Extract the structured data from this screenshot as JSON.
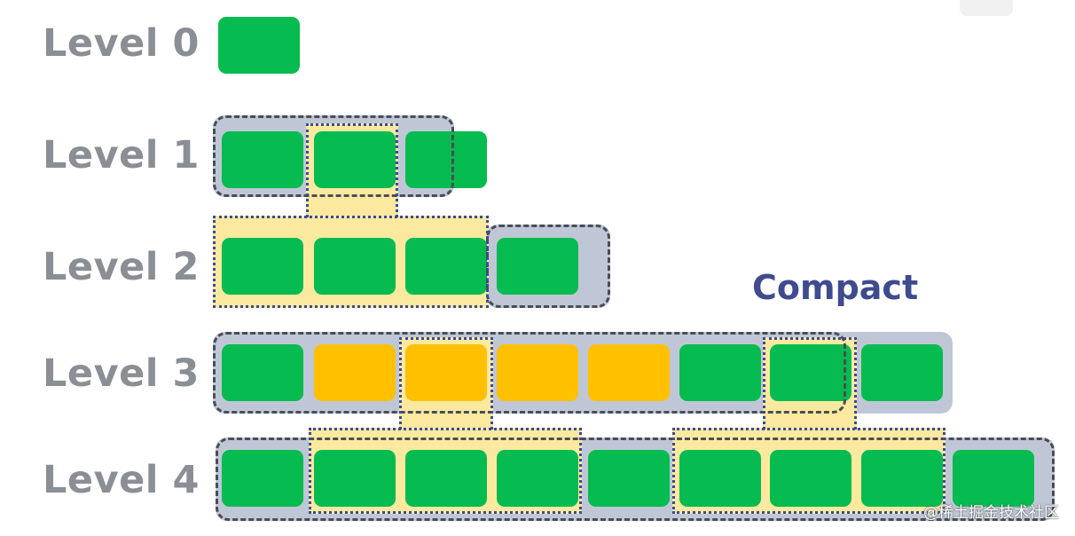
{
  "levels": [
    {
      "label": "Level 0"
    },
    {
      "label": "Level 1"
    },
    {
      "label": "Level 2"
    },
    {
      "label": "Level 3"
    },
    {
      "label": "Level 4"
    }
  ],
  "caption": "Compact",
  "watermark": "@稀土掘金技术社区",
  "colors": {
    "sst": "#06bb4f",
    "compacting_sst": "#ffc000",
    "sorted_run": "#bfc7d6",
    "compaction_selection": "#fbe9a0",
    "selection_border": "#3a4a9a",
    "caption": "#3f4b8f",
    "label": "#8a8e95"
  }
}
